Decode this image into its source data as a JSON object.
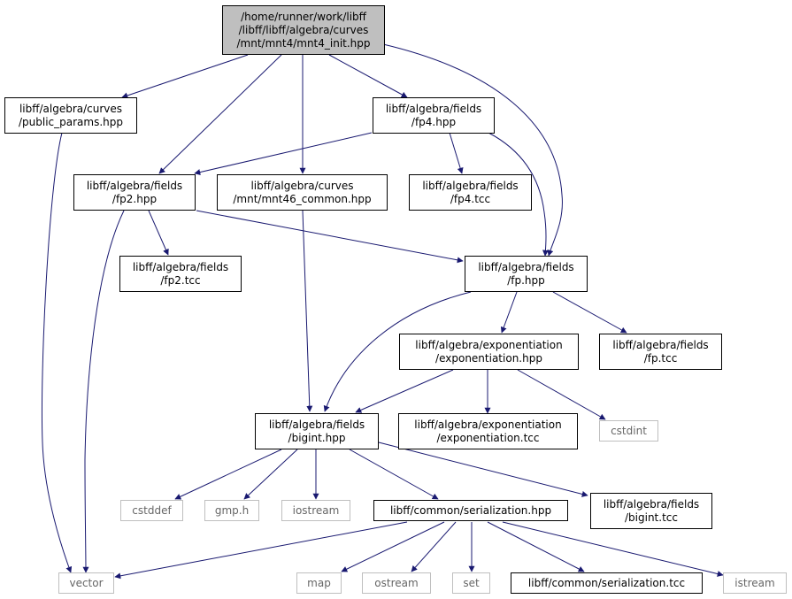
{
  "colors": {
    "edge": "#191970",
    "root_fill": "#bfbfbf",
    "border": "#000000",
    "system_border": "#bfbfbf",
    "system_text": "#666666"
  },
  "nodes": {
    "root": [
      "/home/runner/work/libff",
      "/libff/libff/algebra/curves",
      "/mnt/mnt4/mnt4_init.hpp"
    ],
    "public_params": [
      "libff/algebra/curves",
      "/public_params.hpp"
    ],
    "fp4_hpp": [
      "libff/algebra/fields",
      "/fp4.hpp"
    ],
    "fp2_hpp": [
      "libff/algebra/fields",
      "/fp2.hpp"
    ],
    "mnt46_common": [
      "libff/algebra/curves",
      "/mnt/mnt46_common.hpp"
    ],
    "fp4_tcc": [
      "libff/algebra/fields",
      "/fp4.tcc"
    ],
    "fp2_tcc": [
      "libff/algebra/fields",
      "/fp2.tcc"
    ],
    "fp_hpp": [
      "libff/algebra/fields",
      "/fp.hpp"
    ],
    "exponentiation_hpp": [
      "libff/algebra/exponentiation",
      "/exponentiation.hpp"
    ],
    "fp_tcc": [
      "libff/algebra/fields",
      "/fp.tcc"
    ],
    "bigint_hpp": [
      "libff/algebra/fields",
      "/bigint.hpp"
    ],
    "exponentiation_tcc": [
      "libff/algebra/exponentiation",
      "/exponentiation.tcc"
    ],
    "cstdint": [
      "cstdint"
    ],
    "cstddef": [
      "cstddef"
    ],
    "gmp_h": [
      "gmp.h"
    ],
    "iostream": [
      "iostream"
    ],
    "serialization_hpp": [
      "libff/common/serialization.hpp"
    ],
    "bigint_tcc": [
      "libff/algebra/fields",
      "/bigint.tcc"
    ],
    "vector": [
      "vector"
    ],
    "map": [
      "map"
    ],
    "ostream": [
      "ostream"
    ],
    "set": [
      "set"
    ],
    "serialization_tcc": [
      "libff/common/serialization.tcc"
    ],
    "istream": [
      "istream"
    ]
  }
}
